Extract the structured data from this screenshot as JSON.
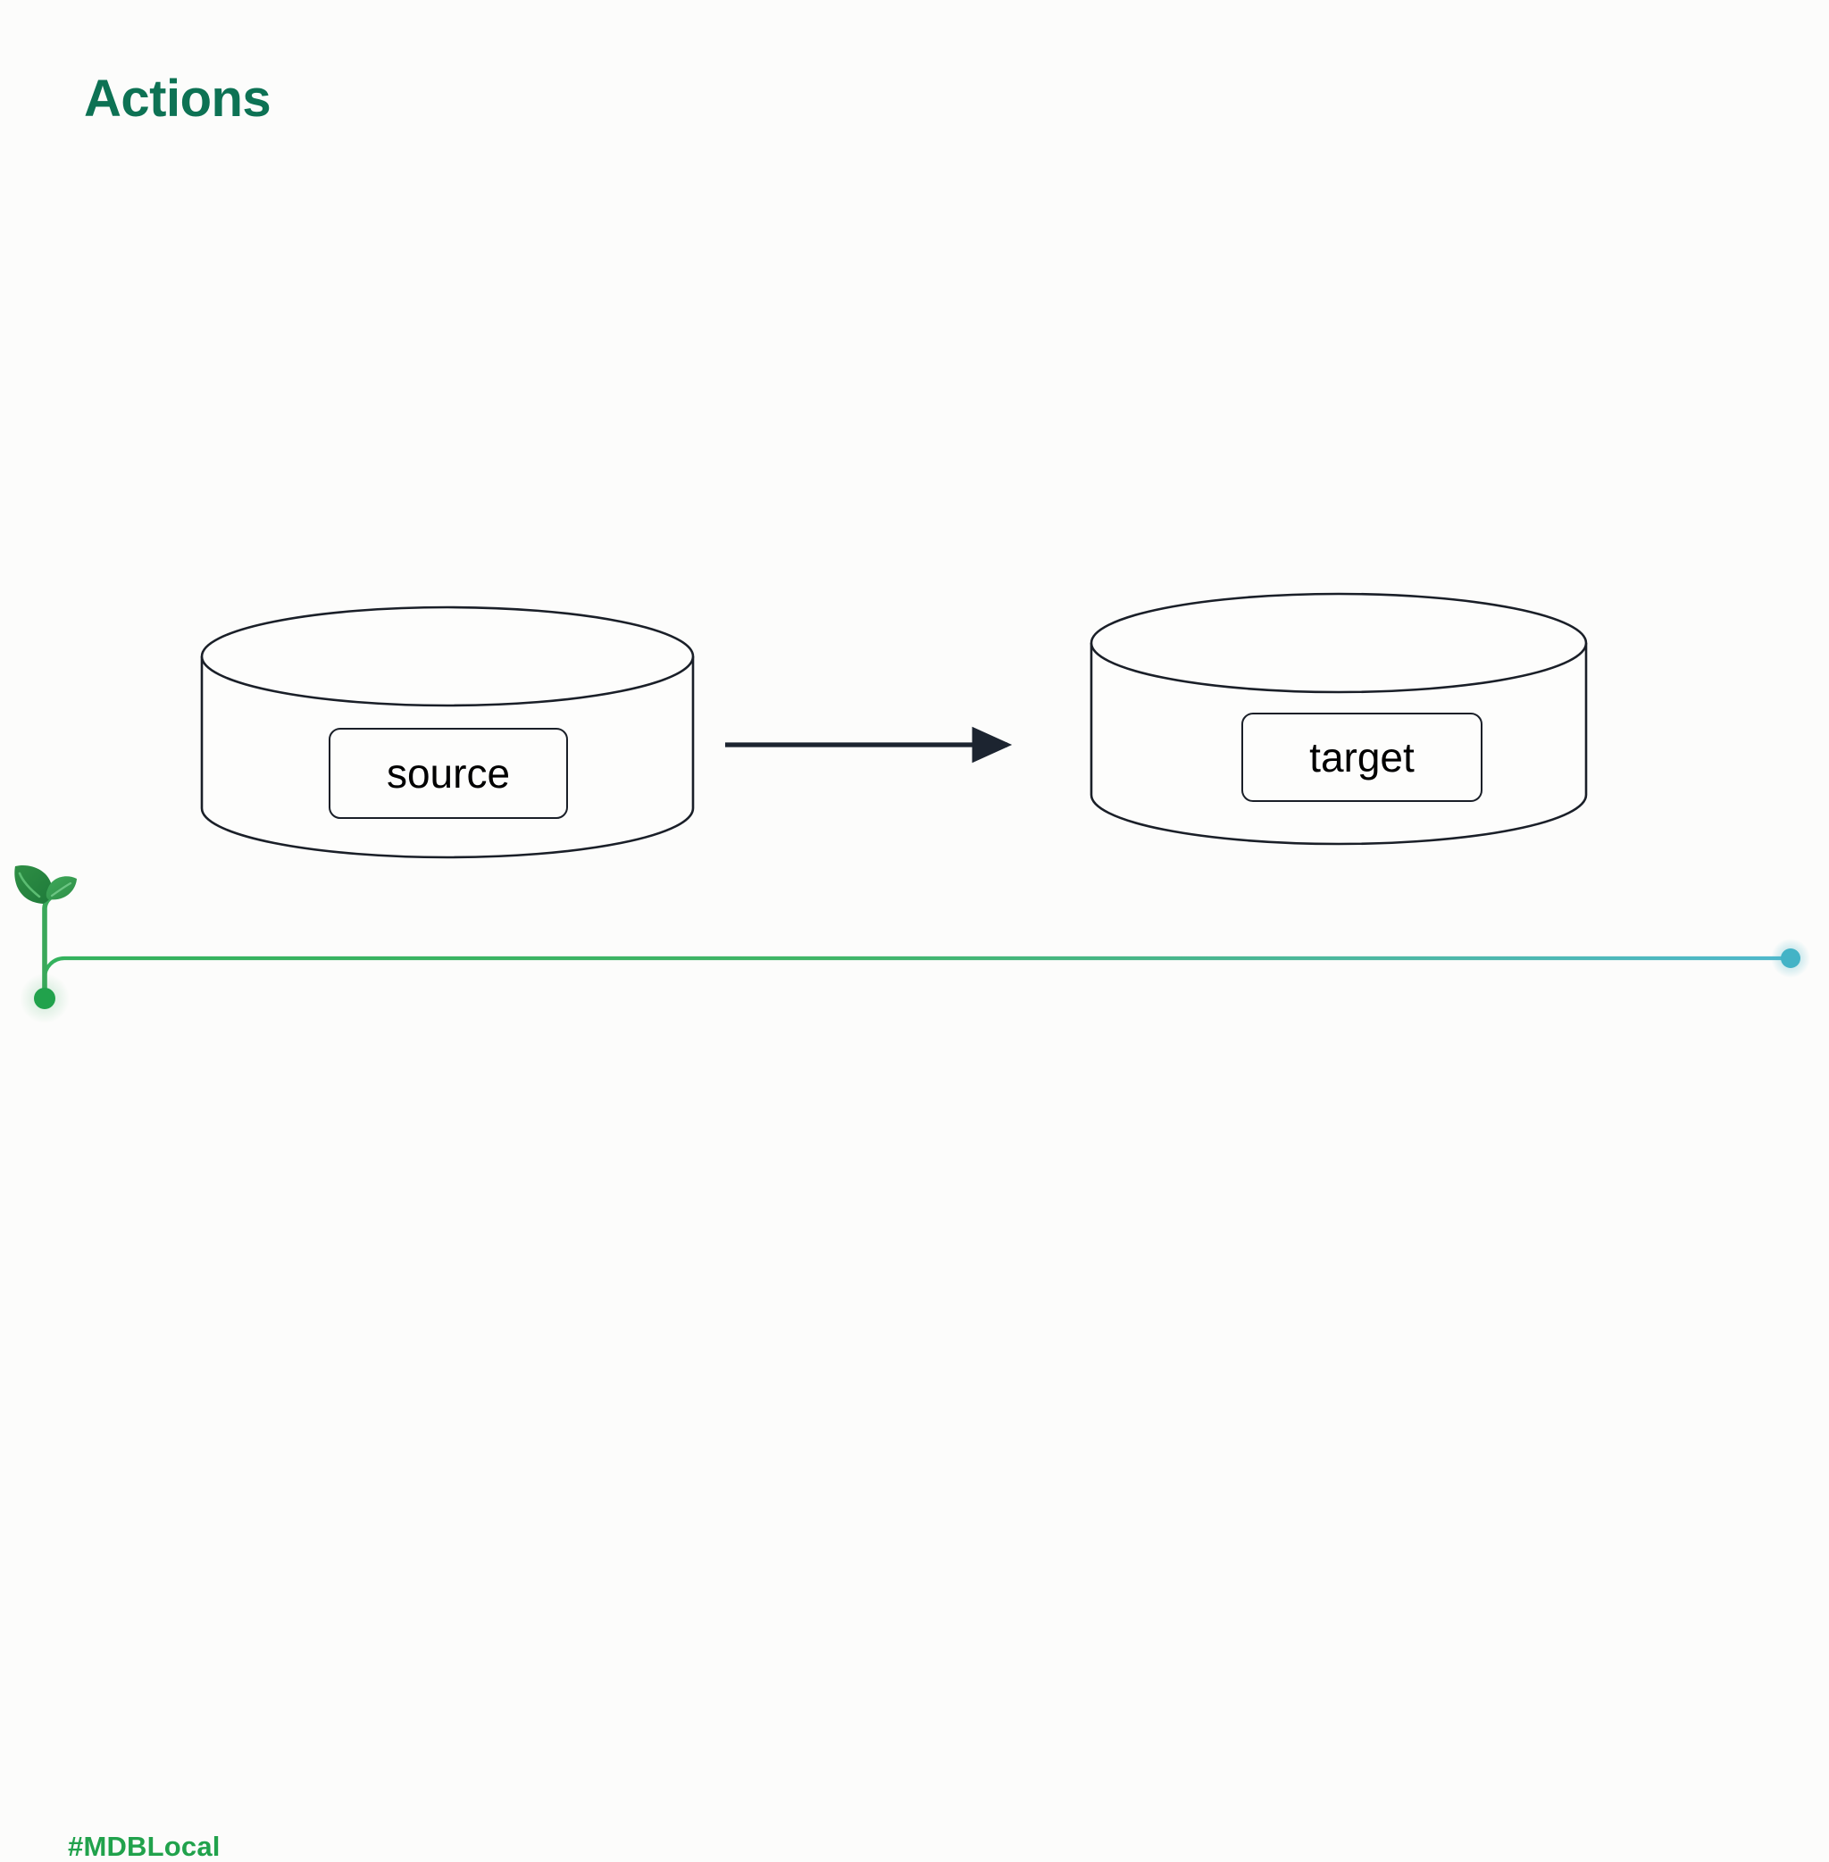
{
  "slide": {
    "title": "Actions",
    "background_color": "#fcfcfb",
    "title_color": "#0d7254"
  },
  "diagram": {
    "type": "flow",
    "stroke_color": "#1a1f28",
    "arrow_color": "#1c2430",
    "nodes": [
      {
        "id": "source",
        "shape": "cylinder",
        "label": "source",
        "label_shape": "rounded-rectangle"
      },
      {
        "id": "target",
        "shape": "cylinder",
        "label": "target",
        "label_shape": "rounded-rectangle"
      }
    ],
    "edges": [
      {
        "id": "source-to-target",
        "from": "source",
        "to": "target",
        "style": "solid",
        "arrowhead": "filled-triangle",
        "label": ""
      }
    ]
  },
  "footer": {
    "hashtag": "#MDBLocal",
    "hashtag_color": "#21a24c",
    "sprout_icon": "sprout-icon",
    "stem_dot_color": "#21a24c",
    "line_gradient_start": "#3cb55f",
    "line_gradient_end": "#4fb8cd",
    "end_dot_color": "#43b3c6"
  }
}
